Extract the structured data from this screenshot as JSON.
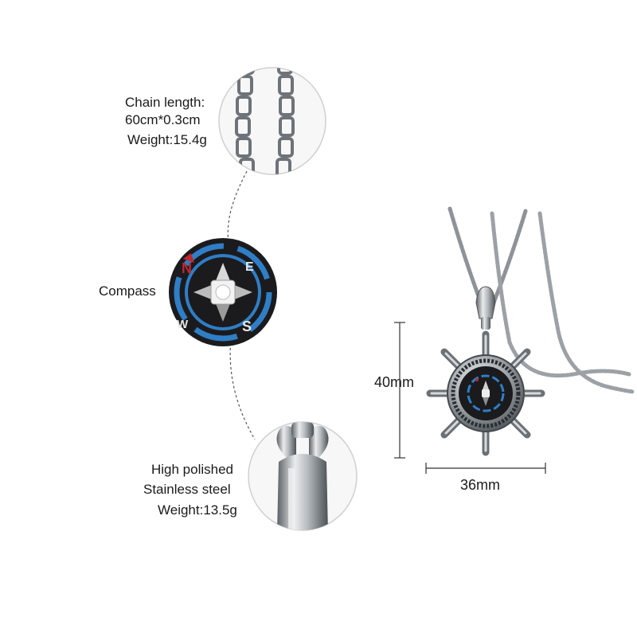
{
  "callouts": {
    "chain": {
      "line1": "Chain length:",
      "line2": "60cm*0.3cm",
      "line3": "Weight:15.4g"
    },
    "compass": {
      "label": "Compass",
      "letters": {
        "north": "N",
        "east": "E",
        "south": "S",
        "west": "W"
      }
    },
    "bail": {
      "line1": "High polished",
      "line2": "Stainless steel",
      "line3": "Weight:13.5g"
    }
  },
  "dimensions": {
    "height": "40mm",
    "width": "36mm"
  },
  "colors": {
    "compass_blue": "#2f7ec6",
    "compass_red": "#c0272d",
    "steel": "#9aa0a6",
    "dark": "#1b1b1d"
  }
}
